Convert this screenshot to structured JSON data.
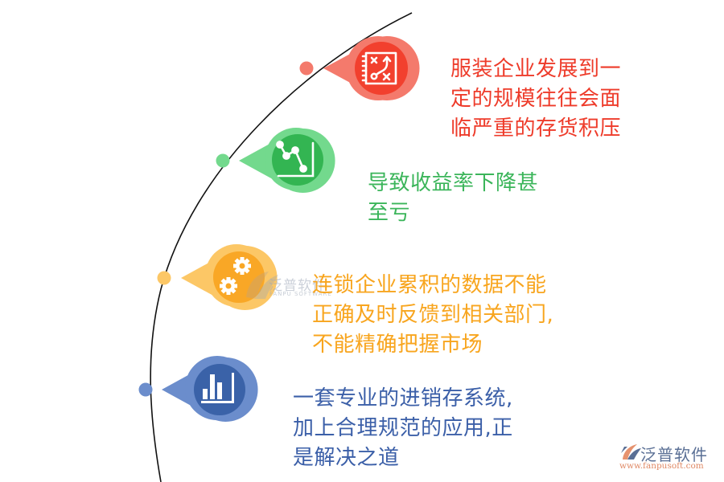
{
  "colors": {
    "arc": "#111111",
    "red_outer": "#f47a6c",
    "red_inner": "#f2402e",
    "green_outer": "#73d98d",
    "green_inner": "#33b552",
    "orange_outer": "#fcc766",
    "orange_inner": "#f9a726",
    "blue_outer": "#6b8dcc",
    "blue_inner": "#3a62a8"
  },
  "items": [
    {
      "icon": "strategy-board-icon",
      "color": "red",
      "text_color": "#ee3b2a",
      "lines": [
        "服装企业发展到一",
        "定的规模往往会面",
        "临严重的存货积压"
      ]
    },
    {
      "icon": "line-chart-icon",
      "color": "green",
      "text_color": "#3bb55a",
      "lines": [
        "导致收益率下降甚",
        "至亏"
      ]
    },
    {
      "icon": "gears-icon",
      "color": "orange",
      "text_color": "#f8a51e",
      "lines": [
        "连锁企业累积的数据不能",
        "正确及时反馈到相关部门,",
        "不能精确把握市场"
      ]
    },
    {
      "icon": "bar-chart-icon",
      "color": "blue",
      "text_color": "#3b5fa8",
      "lines": [
        "一套专业的进销存系统,",
        "加上合理规范的应用,正",
        "是解决之道"
      ]
    }
  ],
  "watermark": {
    "name": "泛普软件",
    "sub": "FANPU SOFTWARE"
  },
  "logo": {
    "name": "泛普软件",
    "url": "www.fanpusoft.com"
  }
}
